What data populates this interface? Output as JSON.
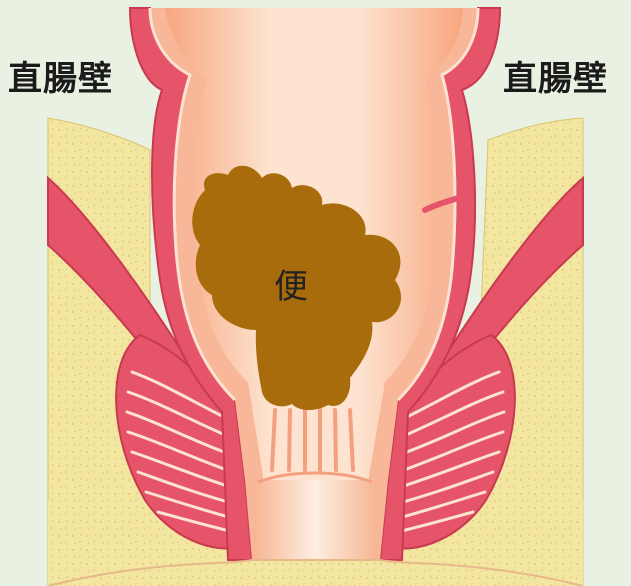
{
  "labels": {
    "rectal_wall_left": "直腸壁",
    "rectal_wall_right": "直腸壁",
    "stool": "便"
  },
  "colors": {
    "background": "#e9f1e2",
    "fat_tissue": "#f3e6a0",
    "muscle": "#e6546a",
    "mucosa": "#f9b79a",
    "lumen": "#fbd9c4",
    "stool": "#a86c0c",
    "outline": "#c83a50"
  }
}
